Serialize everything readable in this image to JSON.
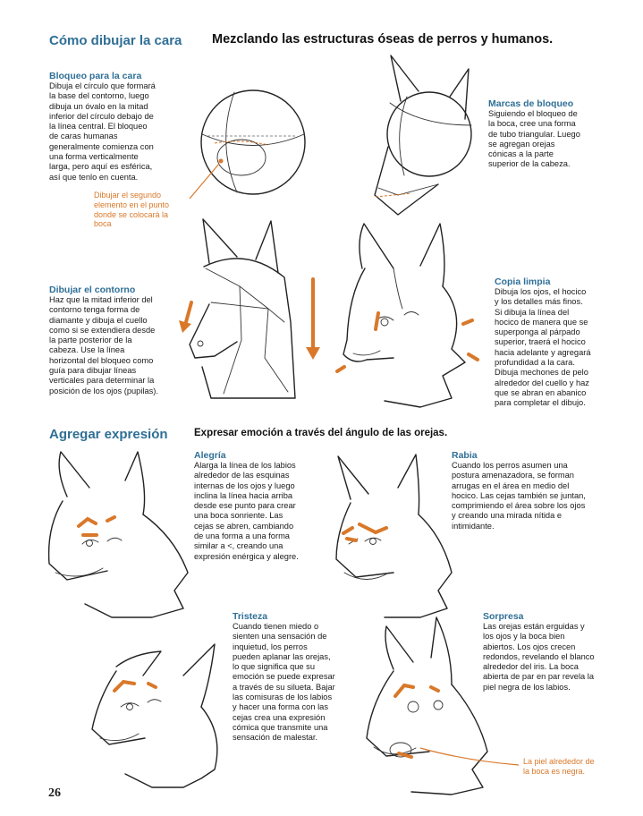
{
  "page": {
    "section1_title": "Cómo dibujar la cara",
    "main_title": "Mezclando las estructuras óseas de perros y humanos.",
    "section2_title": "Agregar expresión",
    "section2_subtitle": "Expresar emoción a través del ángulo de las orejas.",
    "page_number": "26"
  },
  "steps": {
    "bloqueo_cara": {
      "heading": "Bloqueo para la cara",
      "lines": [
        "Dibuja el círculo que formará",
        "la base del contorno, luego",
        "dibuja un óvalo en la mitad",
        "inferior del círculo debajo de",
        "la línea central. El bloqueo",
        "de caras humanas",
        "generalmente comienza con",
        "una forma verticalmente",
        "larga, pero aquí es esférica,",
        "así que tenlo en cuenta."
      ]
    },
    "segundo_elemento_note": {
      "lines": [
        "Dibujar el segundo",
        "elemento en el punto",
        "donde se colocará la",
        "boca"
      ]
    },
    "marcas_bloqueo": {
      "heading": "Marcas de bloqueo",
      "lines": [
        "Siguiendo el bloqueo de",
        "la boca, cree una forma",
        "de tubo triangular. Luego",
        "se agregan orejas",
        "cónicas a la parte",
        "superior de la cabeza."
      ]
    },
    "dibujar_contorno": {
      "heading": "Dibujar el contorno",
      "lines": [
        "Haz que la mitad inferior del",
        "contorno tenga forma de",
        "diamante y dibuja el cuello",
        "como si se extendiera desde",
        "la parte posterior de la",
        "cabeza. Use la línea",
        "horizontal del bloqueo como",
        "guía para dibujar líneas",
        "verticales para determinar la",
        "posición de los ojos (pupilas)."
      ]
    },
    "copia_limpia": {
      "heading": "Copia limpia",
      "lines": [
        "Dibuja los ojos, el hocico",
        "y los detalles más finos.",
        "Si dibuja la línea del",
        "hocico de manera que se",
        "superponga al párpado",
        "superior, traerá el hocico",
        "hacia adelante y agregará",
        "profundidad a la cara.",
        "Dibuja mechones de pelo",
        "alrededor del cuello y haz",
        "que se abran en abanico",
        "para completar el dibujo."
      ]
    }
  },
  "expressions": {
    "alegria": {
      "heading": "Alegría",
      "lines": [
        "Alarga la línea de los labios",
        "alrededor de las esquinas",
        "internas de los ojos y luego",
        "inclina la línea hacia arriba",
        "desde ese punto para crear",
        "una boca sonriente. Las",
        "cejas se abren, cambiando",
        "de una forma a una forma",
        "similar a <, creando una",
        "expresión enérgica y alegre."
      ]
    },
    "rabia": {
      "heading": "Rabia",
      "lines": [
        "Cuando los perros asumen una",
        "postura amenazadora, se forman",
        "arrugas en el área en medio del",
        "hocico. Las cejas también se juntan,",
        "comprimiendo el área sobre los ojos",
        "y creando una mirada nítida e",
        "intimidante."
      ]
    },
    "tristeza": {
      "heading": "Tristeza",
      "lines": [
        "Cuando tienen miedo o",
        "sienten una sensación de",
        "inquietud, los perros",
        "pueden aplanar las orejas,",
        "lo que significa que su",
        "emoción se puede expresar",
        "a través de su silueta. Bajar",
        "las comisuras de los labios",
        "y hacer una forma con las",
        "cejas crea una expresión",
        "cómica que transmite una",
        "sensación de malestar."
      ]
    },
    "sorpresa": {
      "heading": "Sorpresa",
      "lines": [
        "Las orejas están erguidas y",
        "los ojos y la boca bien",
        "abiertos. Los ojos crecen",
        "redondos, revelando el blanco",
        "alrededor del iris. La boca",
        "abierta de par en par revela la",
        "piel negra de los labios."
      ]
    },
    "piel_note": {
      "lines": [
        "La piel alrededor de",
        "la boca es negra."
      ]
    }
  }
}
